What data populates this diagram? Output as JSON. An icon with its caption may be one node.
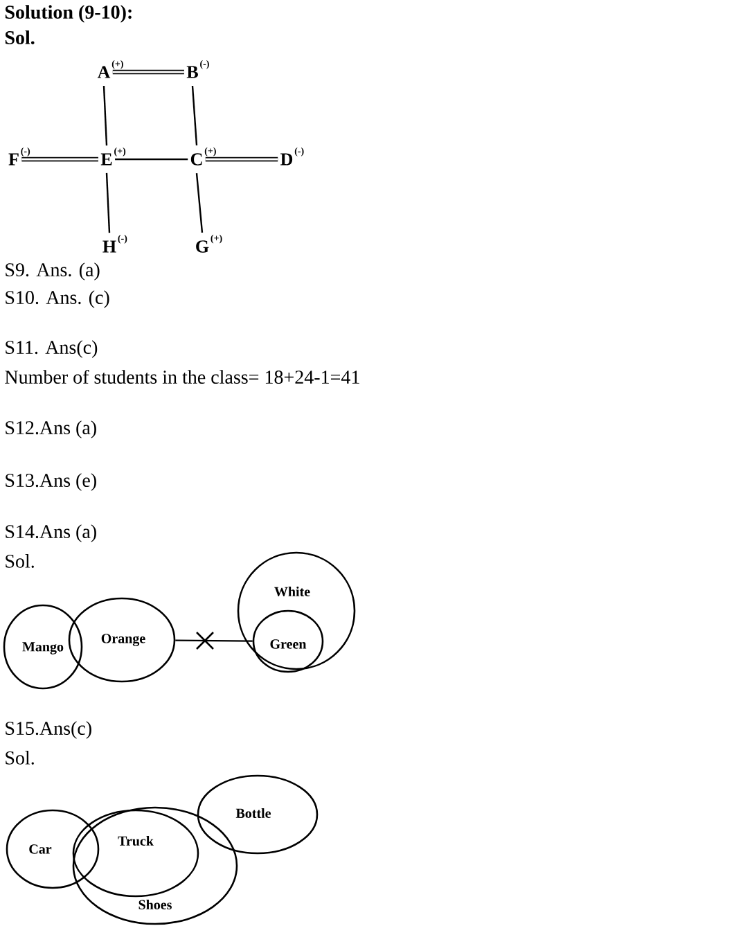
{
  "diagram": {
    "title": "Solution (9-10):",
    "nodes": [
      {
        "text": [
          "A"
        ],
        "beside": [
          "(+)"
        ]
      },
      {
        "text": [
          "B"
        ],
        "beside": [
          "(-)"
        ]
      },
      {
        "text": [
          "F"
        ],
        "beside": [
          "(-)"
        ]
      },
      {
        "text": [
          "E"
        ],
        "beside": [
          "(+)"
        ]
      },
      {
        "text": [
          "C"
        ],
        "beside": [
          "(+)"
        ]
      },
      {
        "text": [
          "D"
        ],
        "beside": [
          "(-)"
        ]
      },
      {
        "text": [
          "H"
        ],
        "beside": [
          "(-)"
        ]
      },
      {
        "text": [
          "G"
        ],
        "beside": [
          "(+)"
        ]
      },
      {
        "text": [
          "Mango"
        ]
      },
      {
        "text": [
          "Orange"
        ]
      },
      {
        "text": [
          "White"
        ]
      },
      {
        "text": [
          "Green"
        ],
        "in": 10
      },
      {
        "text": [
          "Car"
        ]
      },
      {
        "text": [
          "Shoes"
        ]
      },
      {
        "text": [
          "Truck"
        ],
        "in": 13
      },
      {
        "text": [
          "Bottle"
        ]
      }
    ],
    "edges": [
      {
        "from": 0,
        "to": 1,
        "arrow": "none",
        "style": "thick"
      },
      {
        "from": 0,
        "to": 3,
        "arrow": "none"
      },
      {
        "from": 1,
        "to": 4,
        "arrow": "none"
      },
      {
        "from": 2,
        "to": 3,
        "arrow": "none",
        "style": "thick"
      },
      {
        "from": 3,
        "to": 4,
        "arrow": "none"
      },
      {
        "from": 4,
        "to": 5,
        "arrow": "none",
        "style": "thick"
      },
      {
        "from": 3,
        "to": 6,
        "arrow": "none"
      },
      {
        "from": 4,
        "to": 7,
        "arrow": "none"
      },
      {
        "from": 9,
        "to": 11,
        "arrow": "none"
      }
    ],
    "labels": [
      "Sol.",
      "S9. Ans. (a)",
      "S10. Ans. (c)",
      "S11. Ans(c)",
      "Number of students in the class= 18+24-1=41",
      "S12.Ans (a)",
      "S13.Ans (e)",
      "S14.Ans (a)",
      "Sol.",
      "S15.Ans(c)",
      "Sol."
    ]
  }
}
